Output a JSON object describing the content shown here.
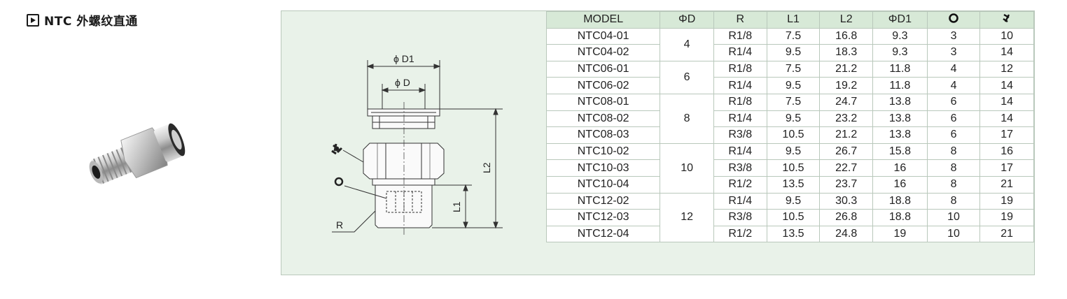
{
  "title": "NTC 外螺纹直通",
  "icons": {
    "title": "play-triangle-icon",
    "oring": "o-ring-icon",
    "wrench": "wrench-icon"
  },
  "colors": {
    "panel_bg": "#e9f2e9",
    "header_bg": "#d7e9d7",
    "border": "#b9c8bb"
  },
  "drawing": {
    "phi_d1": "ϕ D1",
    "phi_d": "ϕ D",
    "l2": "L2",
    "l1": "L1",
    "r": "R"
  },
  "table": {
    "headers": [
      "MODEL",
      "ΦD",
      "R",
      "L1",
      "L2",
      "ΦD1"
    ],
    "rows": [
      {
        "model": "NTC04-01",
        "d": "4",
        "r": "R1/8",
        "l1": "7.5",
        "l2": "16.8",
        "d1": "9.3",
        "o": "3",
        "w": "10"
      },
      {
        "model": "NTC04-02",
        "d": "4",
        "r": "R1/4",
        "l1": "9.5",
        "l2": "18.3",
        "d1": "9.3",
        "o": "3",
        "w": "14"
      },
      {
        "model": "NTC06-01",
        "d": "6",
        "r": "R1/8",
        "l1": "7.5",
        "l2": "21.2",
        "d1": "11.8",
        "o": "4",
        "w": "12"
      },
      {
        "model": "NTC06-02",
        "d": "6",
        "r": "R1/4",
        "l1": "9.5",
        "l2": "19.2",
        "d1": "11.8",
        "o": "4",
        "w": "14"
      },
      {
        "model": "NTC08-01",
        "d": "8",
        "r": "R1/8",
        "l1": "7.5",
        "l2": "24.7",
        "d1": "13.8",
        "o": "6",
        "w": "14"
      },
      {
        "model": "NTC08-02",
        "d": "8",
        "r": "R1/4",
        "l1": "9.5",
        "l2": "23.2",
        "d1": "13.8",
        "o": "6",
        "w": "14"
      },
      {
        "model": "NTC08-03",
        "d": "8",
        "r": "R3/8",
        "l1": "10.5",
        "l2": "21.2",
        "d1": "13.8",
        "o": "6",
        "w": "17"
      },
      {
        "model": "NTC10-02",
        "d": "10",
        "r": "R1/4",
        "l1": "9.5",
        "l2": "26.7",
        "d1": "15.8",
        "o": "8",
        "w": "16"
      },
      {
        "model": "NTC10-03",
        "d": "10",
        "r": "R3/8",
        "l1": "10.5",
        "l2": "22.7",
        "d1": "16",
        "o": "8",
        "w": "17"
      },
      {
        "model": "NTC10-04",
        "d": "10",
        "r": "R1/2",
        "l1": "13.5",
        "l2": "23.7",
        "d1": "16",
        "o": "8",
        "w": "21"
      },
      {
        "model": "NTC12-02",
        "d": "12",
        "r": "R1/4",
        "l1": "9.5",
        "l2": "30.3",
        "d1": "18.8",
        "o": "8",
        "w": "19"
      },
      {
        "model": "NTC12-03",
        "d": "12",
        "r": "R3/8",
        "l1": "10.5",
        "l2": "26.8",
        "d1": "18.8",
        "o": "10",
        "w": "19"
      },
      {
        "model": "NTC12-04",
        "d": "12",
        "r": "R1/2",
        "l1": "13.5",
        "l2": "24.8",
        "d1": "19",
        "o": "10",
        "w": "21"
      }
    ]
  }
}
